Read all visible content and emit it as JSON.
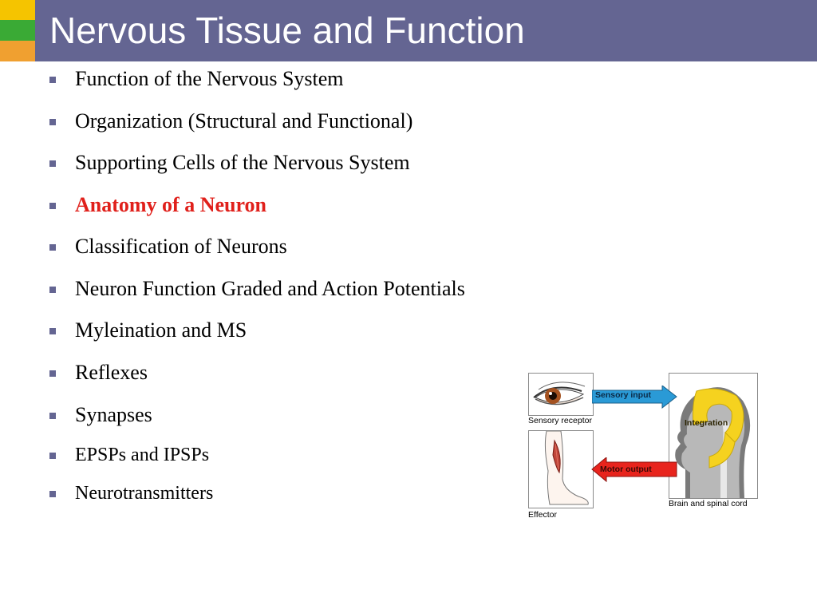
{
  "slide": {
    "title": "Nervous Tissue and Function",
    "bullets": [
      {
        "text": "Function of the Nervous System"
      },
      {
        "text": "Organization (Structural and Functional)"
      },
      {
        "text": "Supporting Cells of the Nervous System"
      },
      {
        "text": "Anatomy of a Neuron",
        "highlighted": true
      },
      {
        "text": "Classification of Neurons"
      },
      {
        "text": "Neuron Function Graded and Action Potentials"
      },
      {
        "text": "Myleination and MS"
      },
      {
        "text": "Reflexes"
      },
      {
        "text": "Synapses"
      },
      {
        "text": "EPSPs and IPSPs"
      },
      {
        "text": "Neurotransmitters"
      }
    ],
    "colors": {
      "header": "#646592",
      "highlight": "#e0201b",
      "accent_yellow": "#f5c400",
      "accent_green": "#3aaa35",
      "accent_orange": "#f0a030"
    }
  },
  "figure": {
    "sensory_receptor": "Sensory receptor",
    "effector": "Effector",
    "brain": "Brain and spinal cord",
    "sensory_input": "Sensory input",
    "integration": "Integration",
    "motor_output": "Motor output"
  }
}
